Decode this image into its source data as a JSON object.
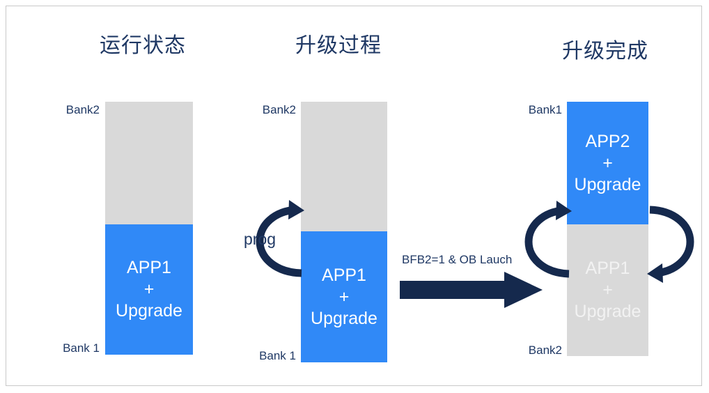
{
  "canvas": {
    "background": "#ffffff",
    "border_color": "#c8c8c8"
  },
  "palette": {
    "navy": "#1F3864",
    "blue": "#3089F7",
    "gray": "#D9D9D9",
    "white": "#ffffff",
    "ghost_white": "#F2F2F2"
  },
  "titles": {
    "stage1": "运行状态",
    "stage2": "升级过程",
    "stage3": "升级完成"
  },
  "columns": [
    {
      "id": "running-state",
      "title": "运行状态",
      "top_label": "Bank2",
      "bottom_label": "Bank 1",
      "segments": [
        {
          "name": "top",
          "fill": "#D9D9D9",
          "text": ""
        },
        {
          "name": "bottom",
          "fill": "#3089F7",
          "text_color": "#ffffff",
          "line1": "APP1",
          "line2": "+",
          "line3": "Upgrade"
        }
      ]
    },
    {
      "id": "upgrade-process",
      "title": "升级过程",
      "top_label": "Bank2",
      "bottom_label": "Bank 1",
      "segments": [
        {
          "name": "top",
          "fill": "#D9D9D9",
          "text": ""
        },
        {
          "name": "bottom",
          "fill": "#3089F7",
          "text_color": "#ffffff",
          "line1": "APP1",
          "line2": "+",
          "line3": "Upgrade"
        }
      ],
      "curved_arrow_label": "prog"
    },
    {
      "id": "upgrade-complete",
      "title": "升级完成",
      "top_label": "Bank1",
      "bottom_label": "Bank2",
      "segments": [
        {
          "name": "top",
          "fill": "#3089F7",
          "text_color": "#ffffff",
          "line1": "APP2",
          "line2": "+",
          "line3": "Upgrade"
        },
        {
          "name": "bottom",
          "fill": "#D9D9D9",
          "text_color": "#F2F2F2",
          "line1": "APP1",
          "line2": "+",
          "line3": "Upgrade"
        }
      ]
    }
  ],
  "transition": {
    "label": "BFB2=1 & OB Lauch",
    "arrow_color": "#15294D",
    "direction": "right"
  },
  "arrows": {
    "prog_label": "prog",
    "prog_direction": "clockwise-up",
    "complete_left_direction": "clockwise-up",
    "complete_right_direction": "clockwise-down",
    "color": "#15294D"
  }
}
